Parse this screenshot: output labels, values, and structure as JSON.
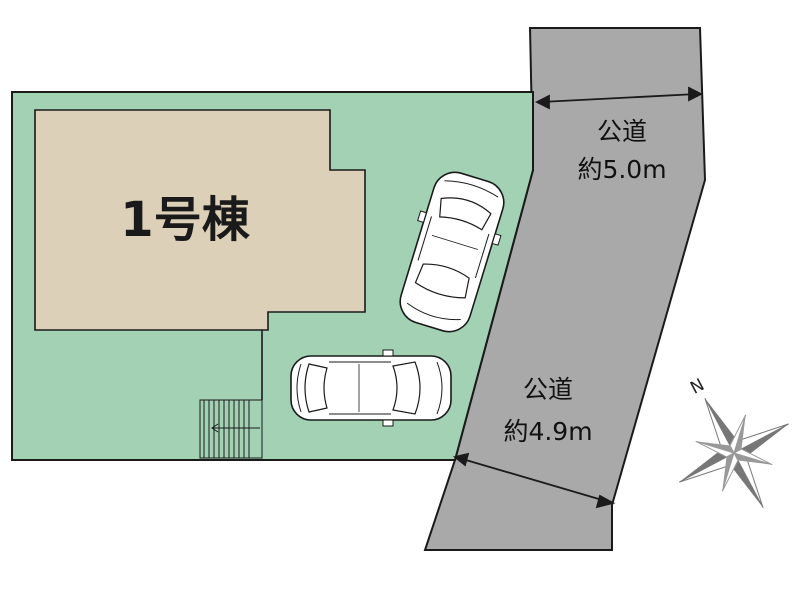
{
  "building": {
    "label": "1号棟"
  },
  "roads": [
    {
      "name": "公道",
      "width": "約5.0m"
    },
    {
      "name": "公道",
      "width": "約4.9m"
    }
  ],
  "compass": {
    "north_label": "N"
  },
  "parking": {
    "car_count": 2
  },
  "colors": {
    "lot": "#a3d1b4",
    "building": "#ddd0b8",
    "road": "#a9a9a9",
    "line": "#1a1a1a"
  }
}
